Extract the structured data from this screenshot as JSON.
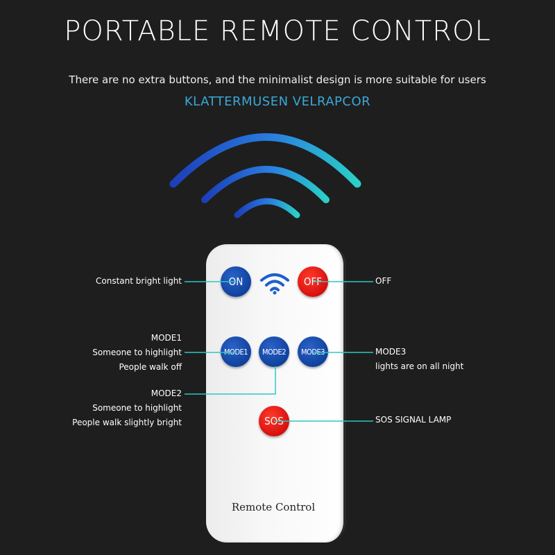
{
  "header": {
    "title": "PORTABLE REMOTE CONTROL",
    "subtitle": "There are no extra buttons, and the minimalist design is more suitable for users",
    "brand": "KLATTERMUSEN VELRAPCOR"
  },
  "colors": {
    "background": "#1e1e1e",
    "brand_text": "#3aa8d8",
    "button_blue": "#0e3f9a",
    "button_red": "#d40d0d",
    "leader_line": "#2ec7c0"
  },
  "icons": {
    "signal": "wifi-signal-icon"
  },
  "remote": {
    "buttons": {
      "on": "ON",
      "off": "OFF",
      "mode1": "MODE1",
      "mode2": "MODE2",
      "mode3": "MODE3",
      "sos": "SOS"
    },
    "label": "Remote Control"
  },
  "callouts": {
    "on": "Constant bright light",
    "off": "OFF",
    "mode1": {
      "line1": "MODE1",
      "line2": "Someone to highlight",
      "line3": "People walk off"
    },
    "mode2": {
      "line1": "MODE2",
      "line2": "Someone to highlight",
      "line3": "People walk slightly bright"
    },
    "mode3": {
      "line1": "MODE3",
      "line2": "lights are on all night"
    },
    "sos": "SOS SIGNAL LAMP"
  }
}
